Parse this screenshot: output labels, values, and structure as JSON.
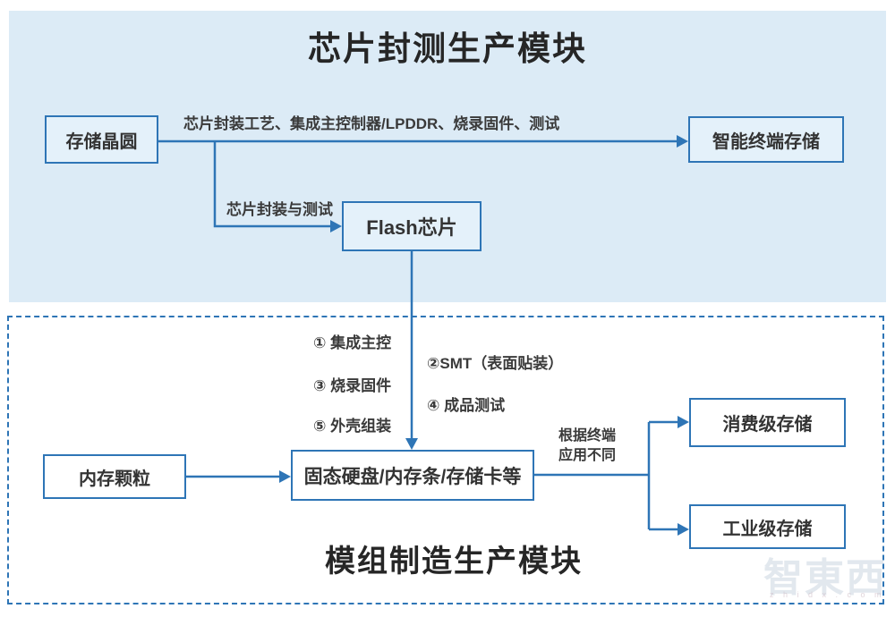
{
  "colors": {
    "panel_blue": "#dcebf6",
    "line_blue": "#2e75b6",
    "top_box_fill": "#e4f1fa",
    "bottom_box_fill": "#ffffff",
    "title_text": "#262626",
    "label_text": "#3a3a3a"
  },
  "top_section": {
    "title": "芯片封测生产模块",
    "nodes": {
      "wafer": "存储晶圆",
      "smart_terminal": "智能终端存储",
      "flash": "Flash芯片"
    },
    "edges": {
      "wafer_to_terminal": "芯片封装工艺、集成主控制器/LPDDR、烧录固件、测试",
      "wafer_to_flash": "芯片封装与测试"
    }
  },
  "bottom_section": {
    "title": "模组制造生产模块",
    "steps": {
      "step1": "① 集成主控",
      "step2": "②SMT（表面贴装）",
      "step3": "③ 烧录固件",
      "step4": "④ 成品测试",
      "step5": "⑤ 外壳组装"
    },
    "nodes": {
      "dram": "内存颗粒",
      "module": "固态硬盘/内存条/存储卡等",
      "consumer": "消费级存储",
      "industrial": "工业级存储"
    },
    "branch_label": "根据终端\n应用不同"
  },
  "watermark": {
    "logo": "智東西",
    "domain": "z h i d x . c o m"
  }
}
